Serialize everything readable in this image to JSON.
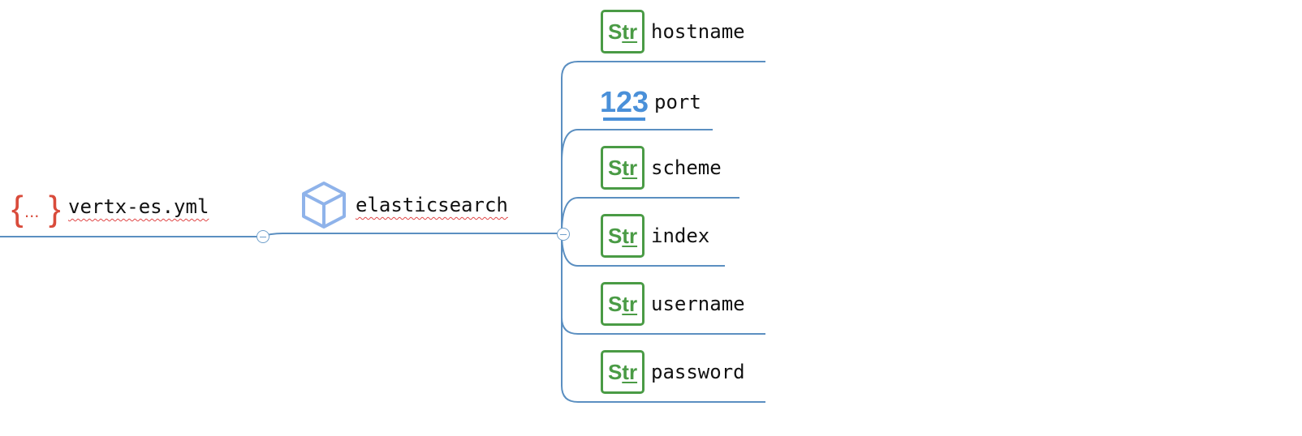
{
  "colors": {
    "link": "#5b8fc1",
    "string_icon": "#4a9b45",
    "number_icon": "#4a90d9",
    "object_icon": "#8fb3ea",
    "file_icon": "#d94b3b",
    "spellcheck": "#e04646"
  },
  "root": {
    "label": "vertx-es.yml",
    "icon": "braces-icon",
    "icon_text": "{...}"
  },
  "section": {
    "label": "elasticsearch",
    "icon": "cube-icon"
  },
  "fields": [
    {
      "label": "hostname",
      "type_icon": "string-icon",
      "type_text": "Str"
    },
    {
      "label": "port",
      "type_icon": "number-icon",
      "type_text": "123"
    },
    {
      "label": "scheme",
      "type_icon": "string-icon",
      "type_text": "Str"
    },
    {
      "label": "index",
      "type_icon": "string-icon",
      "type_text": "Str"
    },
    {
      "label": "username",
      "type_icon": "string-icon",
      "type_text": "Str"
    },
    {
      "label": "password",
      "type_icon": "string-icon",
      "type_text": "Str"
    }
  ]
}
